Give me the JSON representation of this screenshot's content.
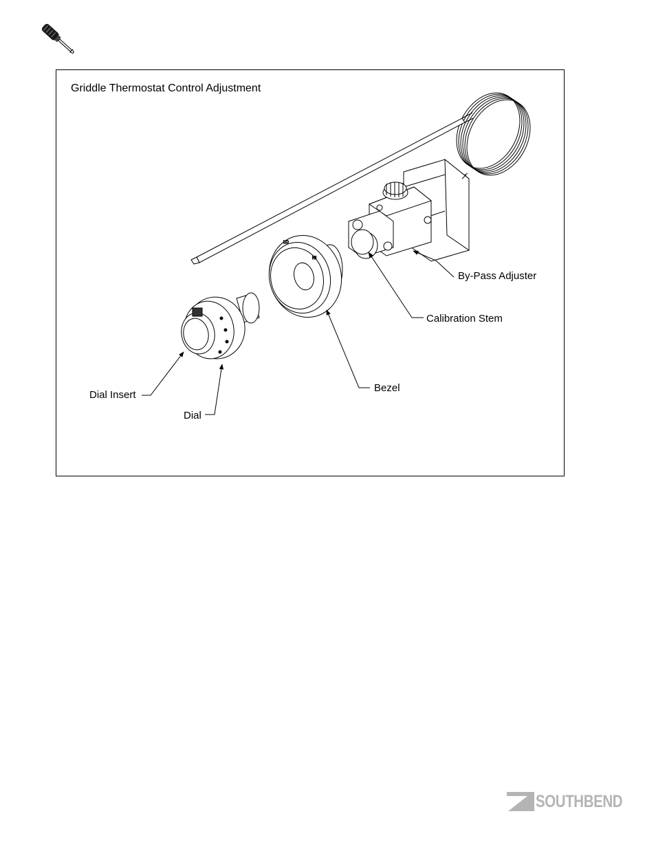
{
  "figure": {
    "title": "Griddle Thermostat Control Adjustment",
    "labels": {
      "bypass": "By-Pass Adjuster",
      "calibration": "Calibration Stem",
      "bezel": "Bezel",
      "dial_insert": "Dial Insert",
      "dial": "Dial"
    }
  },
  "icons": {
    "tool": "screwdriver-icon"
  },
  "brand": {
    "logo_text": "SOUTHBEND",
    "color": "#b4b4b4"
  }
}
